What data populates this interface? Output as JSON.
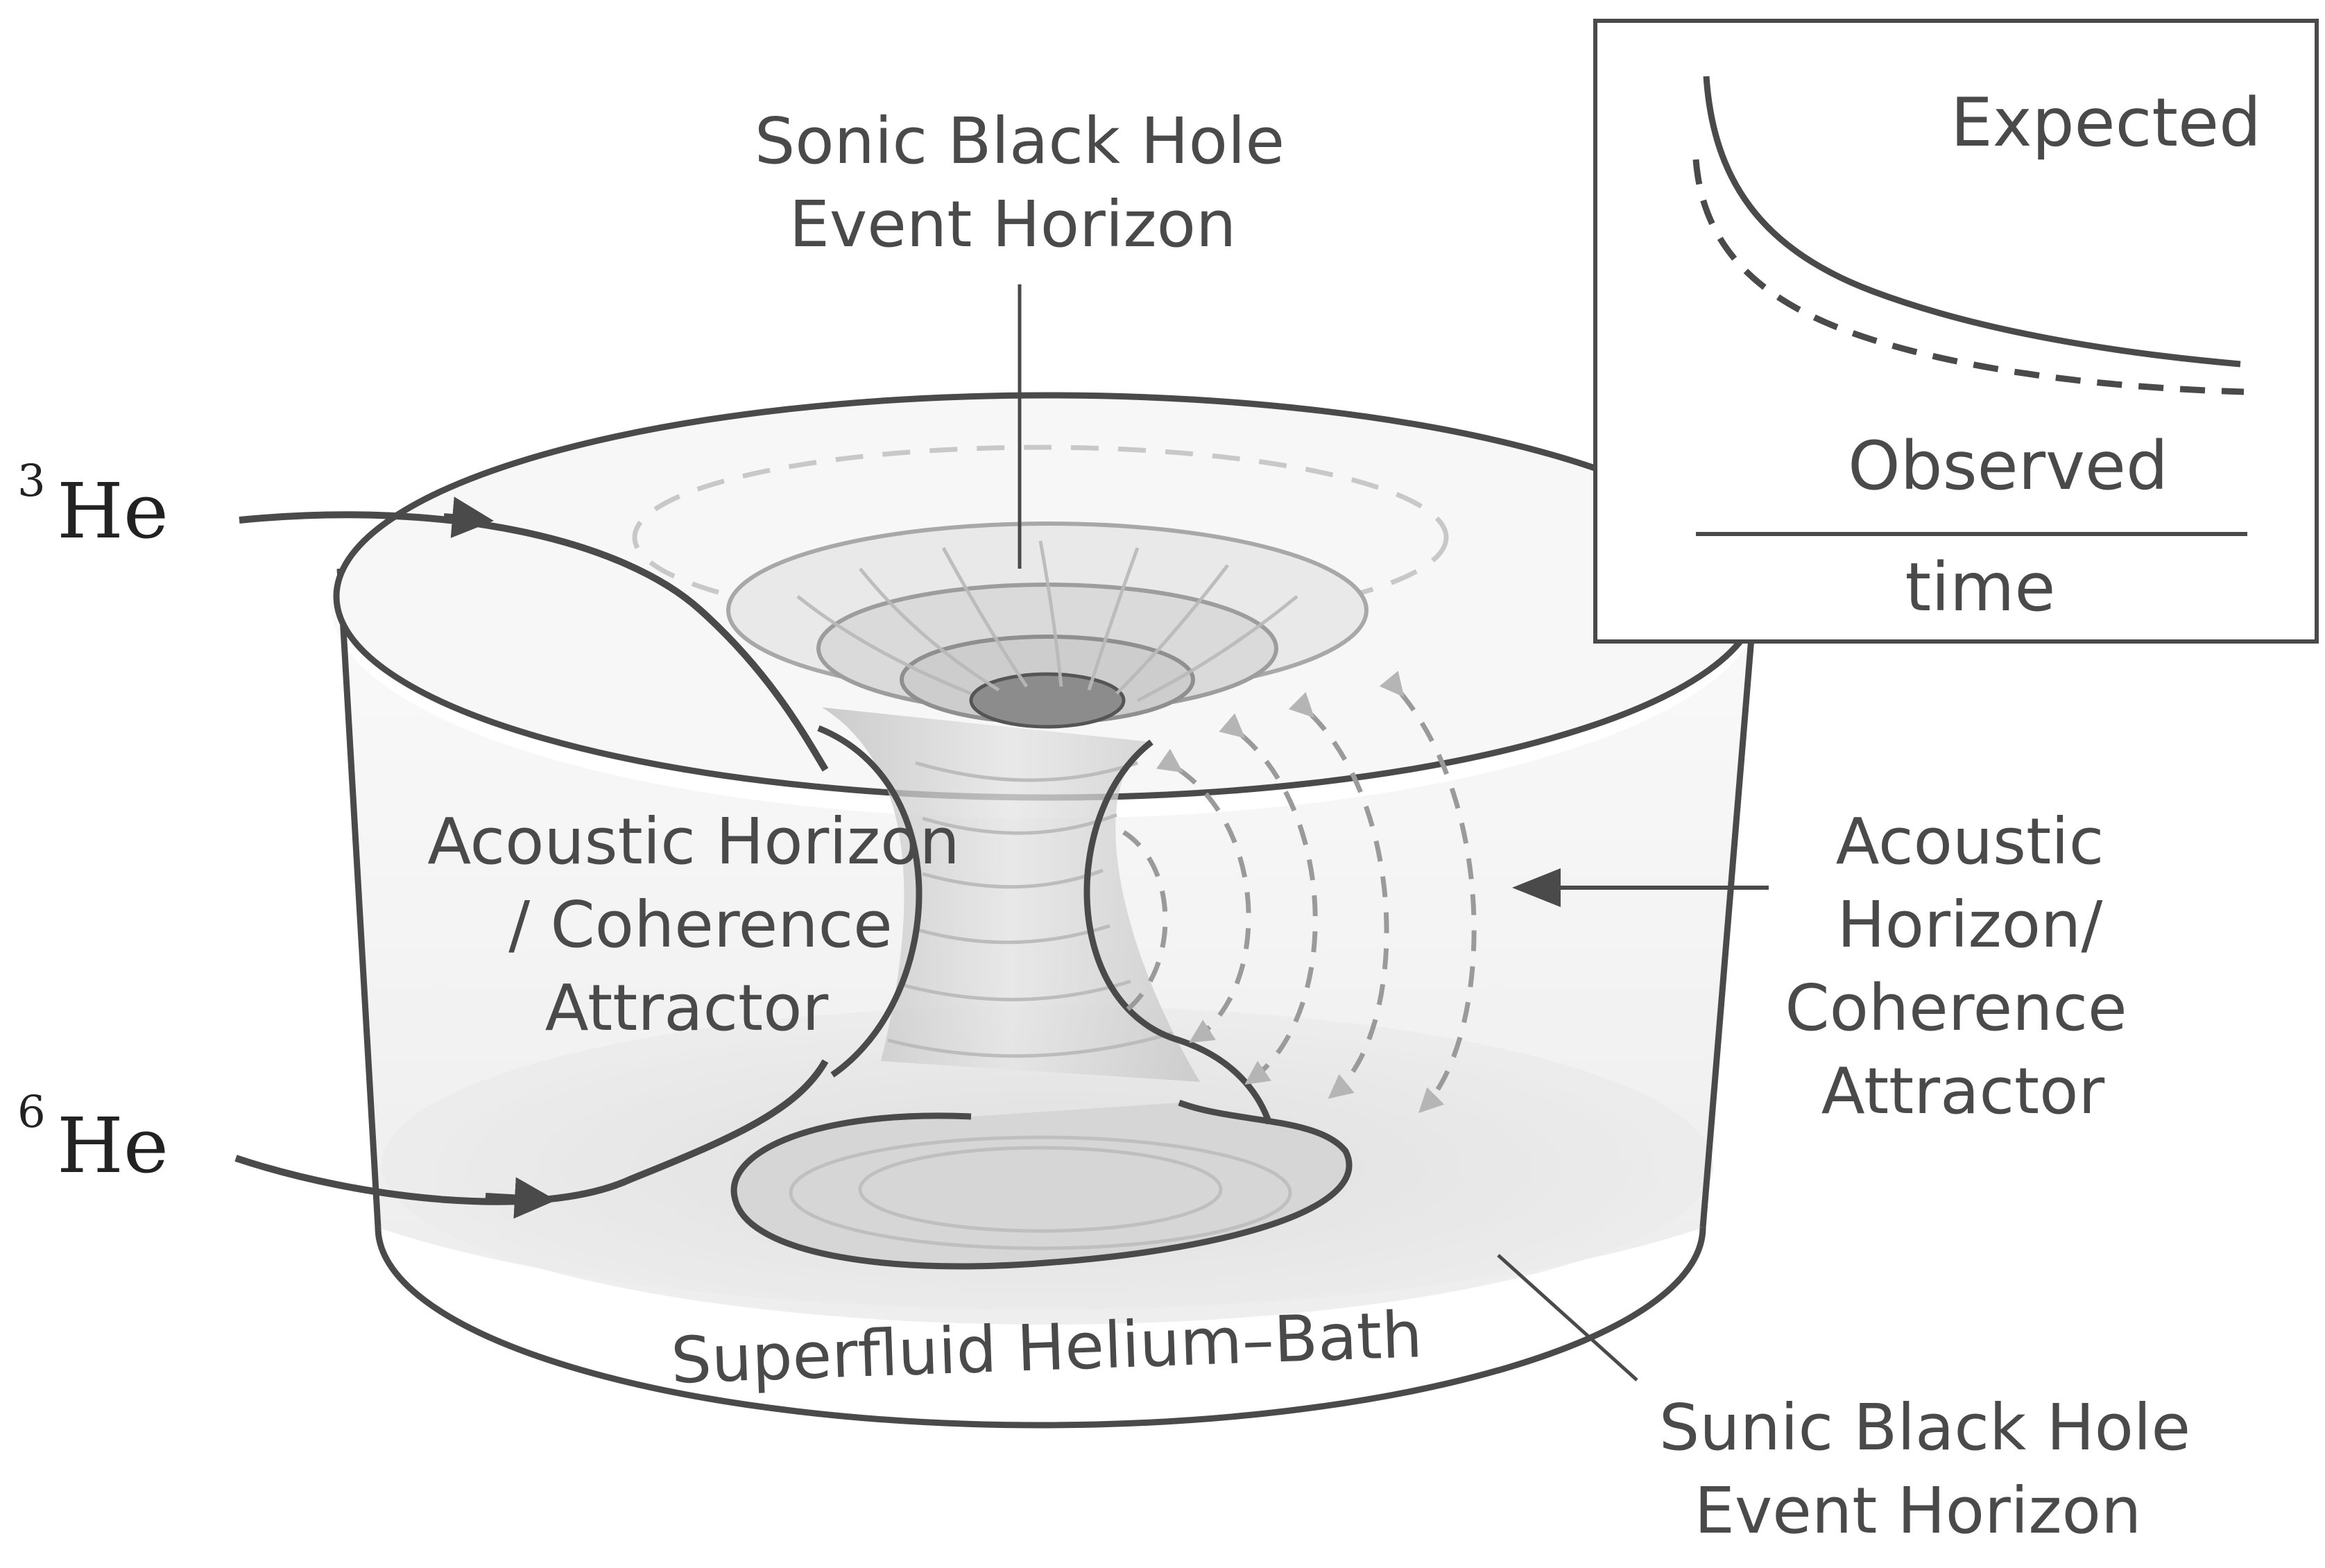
{
  "labels": {
    "top_line1": "Sonic Black Hole",
    "top_line2": "Event Horizon",
    "left_line1": "Acoustic Horizon",
    "left_line2": "/ Coherence",
    "left_line3": "Attractor",
    "right_line1": "Acoustic",
    "right_line2": "Horizon/",
    "right_line3": "Coherence",
    "right_line4": "Attractor",
    "bath": "Superfluid Helium–Bath",
    "bottom_line1": "Sunic Black Hole",
    "bottom_line2": "Event Horizon"
  },
  "isotopes": {
    "he3": {
      "mass": "3",
      "symbol": "He"
    },
    "he6": {
      "mass": "6",
      "symbol": "He"
    }
  },
  "inset": {
    "expected": "Expected",
    "observed": "Observed",
    "axis": "time"
  },
  "colors": {
    "stroke": "#4a4a4a",
    "fluid": "#e6e6e6",
    "funnel": "#cfcfcf",
    "dashed": "#9a9a9a"
  }
}
